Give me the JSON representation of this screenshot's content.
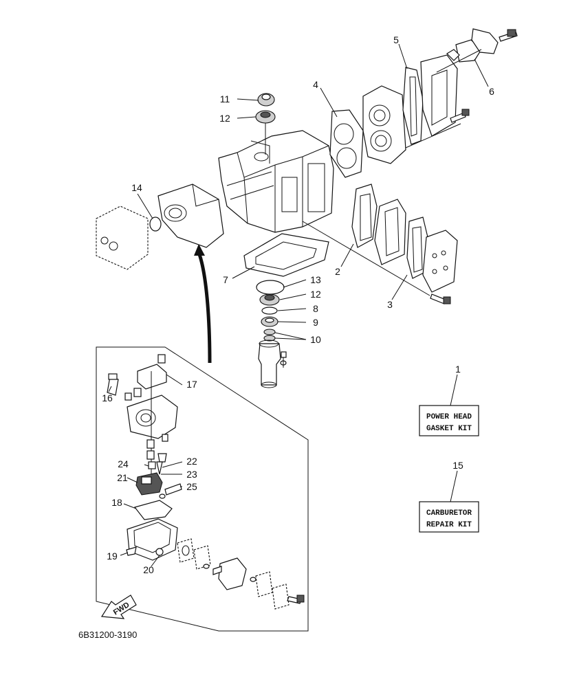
{
  "diagram": {
    "callouts": [
      {
        "id": "c1",
        "text": "1"
      },
      {
        "id": "c2",
        "text": "2"
      },
      {
        "id": "c3",
        "text": "3"
      },
      {
        "id": "c4",
        "text": "4"
      },
      {
        "id": "c5",
        "text": "5"
      },
      {
        "id": "c6",
        "text": "6"
      },
      {
        "id": "c7",
        "text": "7"
      },
      {
        "id": "c8",
        "text": "8"
      },
      {
        "id": "c9",
        "text": "9"
      },
      {
        "id": "c10",
        "text": "10"
      },
      {
        "id": "c11",
        "text": "11"
      },
      {
        "id": "c12a",
        "text": "12"
      },
      {
        "id": "c12b",
        "text": "12"
      },
      {
        "id": "c13",
        "text": "13"
      },
      {
        "id": "c14",
        "text": "14"
      },
      {
        "id": "c15",
        "text": "15"
      },
      {
        "id": "c16",
        "text": "16"
      },
      {
        "id": "c17",
        "text": "17"
      },
      {
        "id": "c18",
        "text": "18"
      },
      {
        "id": "c19",
        "text": "19"
      },
      {
        "id": "c20",
        "text": "20"
      },
      {
        "id": "c21",
        "text": "21"
      },
      {
        "id": "c22",
        "text": "22"
      },
      {
        "id": "c23",
        "text": "23"
      },
      {
        "id": "c24",
        "text": "24"
      },
      {
        "id": "c25",
        "text": "25"
      }
    ],
    "kits": {
      "power_head": {
        "line1": "POWER HEAD",
        "line2": "GASKET KIT"
      },
      "carburetor": {
        "line1": "CARBURETOR",
        "line2": "REPAIR KIT"
      }
    },
    "fwd_label": "FWD",
    "drawing_code": "6B31200-3190"
  }
}
